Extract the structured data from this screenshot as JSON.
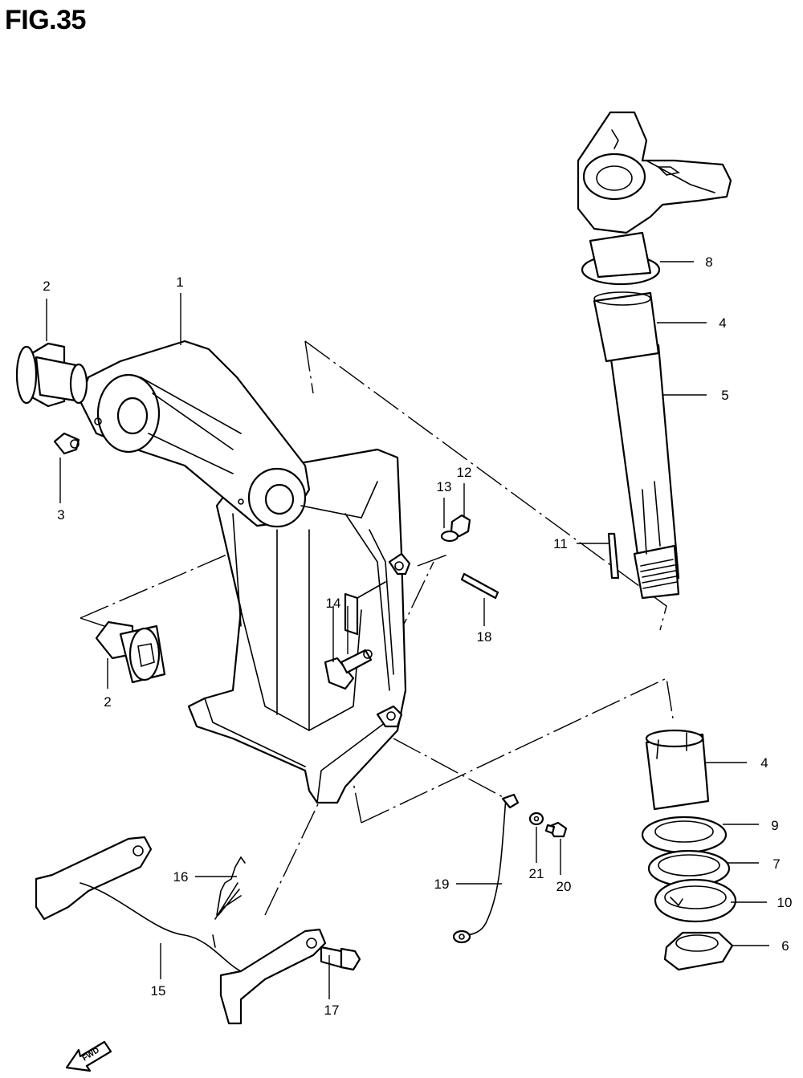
{
  "figure": {
    "title": "FIG.35"
  },
  "orientation_label": "FWD",
  "callouts": [
    {
      "id": "c1",
      "label": "1"
    },
    {
      "id": "c2a",
      "label": "2"
    },
    {
      "id": "c2b",
      "label": "2"
    },
    {
      "id": "c3",
      "label": "3"
    },
    {
      "id": "c4a",
      "label": "4"
    },
    {
      "id": "c4b",
      "label": "4"
    },
    {
      "id": "c5",
      "label": "5"
    },
    {
      "id": "c6",
      "label": "6"
    },
    {
      "id": "c7",
      "label": "7"
    },
    {
      "id": "c8",
      "label": "8"
    },
    {
      "id": "c9",
      "label": "9"
    },
    {
      "id": "c10",
      "label": "10"
    },
    {
      "id": "c11",
      "label": "11"
    },
    {
      "id": "c12",
      "label": "12"
    },
    {
      "id": "c13",
      "label": "13"
    },
    {
      "id": "c14",
      "label": "14"
    },
    {
      "id": "c15",
      "label": "15"
    },
    {
      "id": "c16",
      "label": "16"
    },
    {
      "id": "c17",
      "label": "17"
    },
    {
      "id": "c18",
      "label": "18"
    },
    {
      "id": "c19",
      "label": "19"
    },
    {
      "id": "c20",
      "label": "20"
    },
    {
      "id": "c21",
      "label": "21"
    }
  ]
}
